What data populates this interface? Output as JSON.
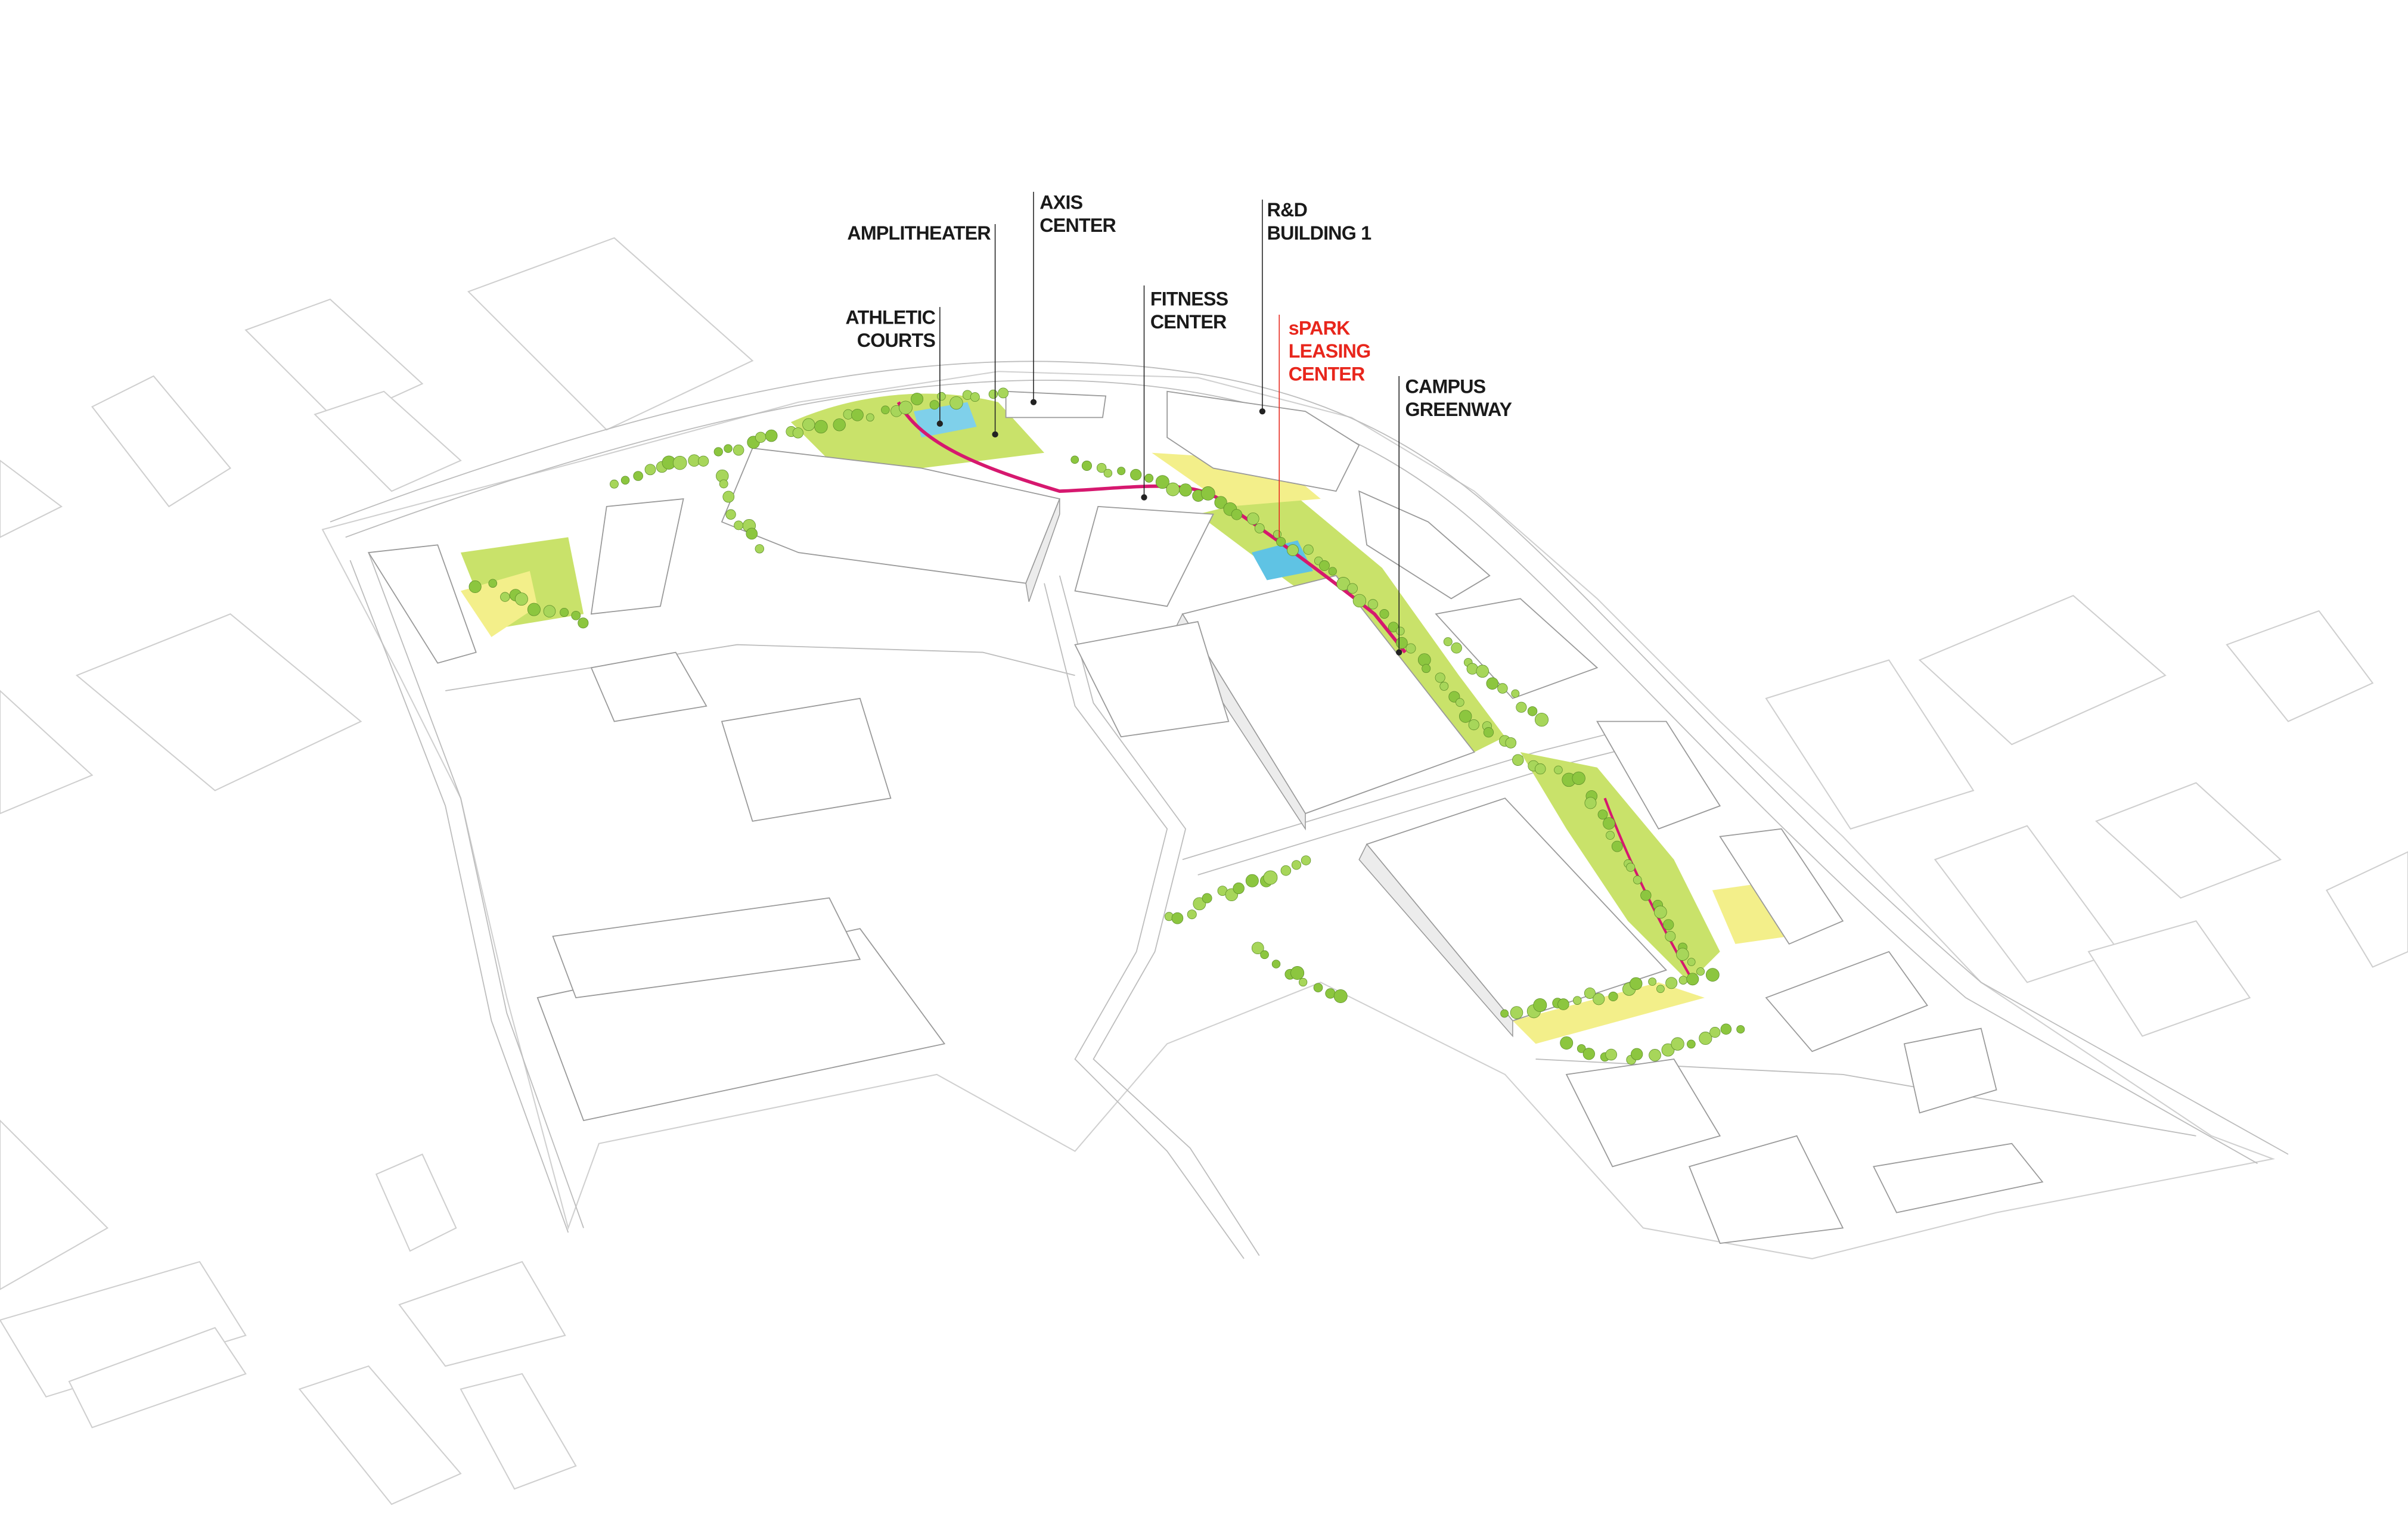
{
  "labels": [
    {
      "id": "amplitheater",
      "lines": [
        "AMPLITHEATER"
      ],
      "highlight": false
    },
    {
      "id": "axis-center",
      "lines": [
        "AXIS",
        "CENTER"
      ],
      "highlight": false
    },
    {
      "id": "rd-building-1",
      "lines": [
        "R&D",
        "BUILDING 1"
      ],
      "highlight": false
    },
    {
      "id": "athletic-courts",
      "lines": [
        "ATHLETIC",
        "COURTS"
      ],
      "highlight": false
    },
    {
      "id": "fitness-center",
      "lines": [
        "FITNESS",
        "CENTER"
      ],
      "highlight": false
    },
    {
      "id": "spark-leasing-center",
      "lines": [
        "sPARK",
        "LEASING",
        "CENTER"
      ],
      "highlight": true
    },
    {
      "id": "campus-greenway",
      "lines": [
        "CAMPUS",
        "GREENWAY"
      ],
      "highlight": false
    }
  ],
  "colors": {
    "label": "#1a1a1a",
    "highlight": "#e8261c",
    "greenway_path": "#d6186f",
    "tree": "#8cc63f",
    "lawn": "#c9e26a",
    "plaza": "#f3ef8a",
    "water": "#5fc3e4"
  }
}
